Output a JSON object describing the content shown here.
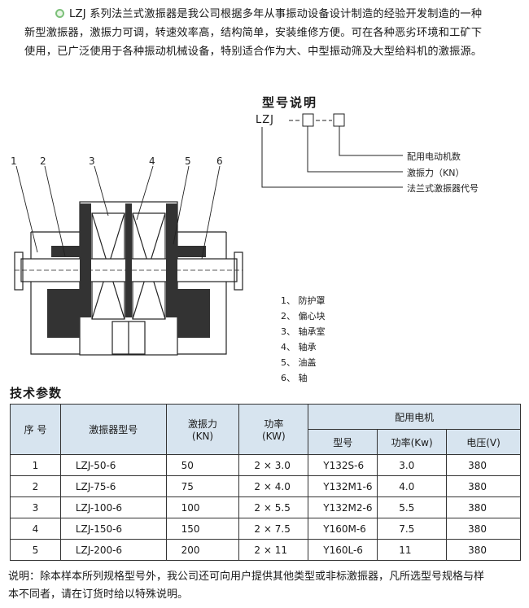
{
  "intro": {
    "line1": "LZJ 系列法兰式激振器是我公司根据多年从事振动设备设计制造的经验开发制造的一种",
    "line2": "新型激振器，激振力可调，转速效率高，结构简单，安装维修方便。可在各种恶劣环境和工矿下",
    "line3": "使用，已广泛使用于各种振动机械设备，特别适合作为大、中型振动筛及大型给料机的激振源。"
  },
  "model": {
    "title": "型号说明",
    "code": "LZJ",
    "legend": [
      "配用电动机数",
      "激振力（KN）",
      "法兰式激振器代号"
    ]
  },
  "diagram": {
    "callouts": [
      "1",
      "2",
      "3",
      "4",
      "5",
      "6"
    ]
  },
  "parts": [
    {
      "num": "1、",
      "name": "防护罩"
    },
    {
      "num": "2、",
      "name": "偏心块"
    },
    {
      "num": "3、",
      "name": "轴承室"
    },
    {
      "num": "4、",
      "name": "轴承"
    },
    {
      "num": "5、",
      "name": "油盖"
    },
    {
      "num": "6、",
      "name": "轴"
    }
  ],
  "specs": {
    "title": "技术参数",
    "headers": {
      "seq": "序 号",
      "model": "激振器型号",
      "force_label": "激振力",
      "force_unit": "(KN)",
      "power_label": "功率",
      "power_unit": "(KW)",
      "motor": "配用电机",
      "motor_model": "型号",
      "motor_power": "功率(Kw)",
      "motor_voltage": "电压(V)"
    },
    "rows": [
      {
        "seq": "1",
        "model": "LZJ-50-6",
        "force": "50",
        "power": "2 × 3.0",
        "motor_model": "Y132S-6",
        "motor_power": "3.0",
        "voltage": "380"
      },
      {
        "seq": "2",
        "model": "LZJ-75-6",
        "force": "75",
        "power": "2 × 4.0",
        "motor_model": "Y132M1-6",
        "motor_power": "4.0",
        "voltage": "380"
      },
      {
        "seq": "3",
        "model": "LZJ-100-6",
        "force": "100",
        "power": "2 × 5.5",
        "motor_model": "Y132M2-6",
        "motor_power": "5.5",
        "voltage": "380"
      },
      {
        "seq": "4",
        "model": "LZJ-150-6",
        "force": "150",
        "power": "2 × 7.5",
        "motor_model": "Y160M-6",
        "motor_power": "7.5",
        "voltage": "380"
      },
      {
        "seq": "5",
        "model": "LZJ-200-6",
        "force": "200",
        "power": "2 × 11",
        "motor_model": "Y160L-6",
        "motor_power": "11",
        "voltage": "380"
      }
    ]
  },
  "note": {
    "line1": "说明：除本样本所列规格型号外，我公司还可向用户提供其他类型或非标激振器，凡所选型号规格与样",
    "line2": "本不同者，请在订货时给以特殊说明。"
  }
}
